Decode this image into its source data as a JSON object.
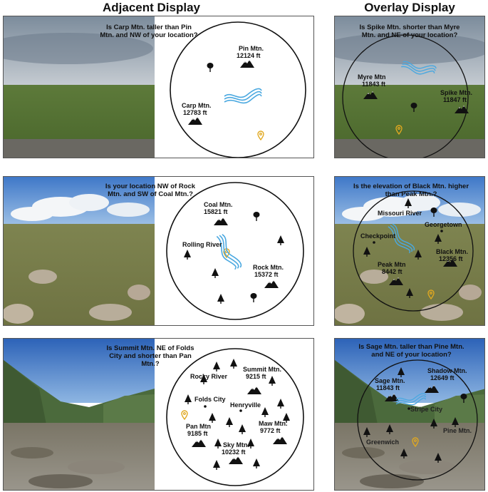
{
  "columns": {
    "adjacent": "Adjacent Display",
    "overlay": "Overlay Display"
  },
  "colors": {
    "river": "#4aa8e0",
    "marker": "#e0a820",
    "circle": "#111111"
  },
  "rows": [
    {
      "adjacent": {
        "question": "Is Carp Mtn. taller than Pin Mtn. and NW of your location?",
        "labels": {
          "a": "Pin Mtn.",
          "a_val": "12124 ft",
          "b": "Carp Mtn.",
          "b_val": "12783 ft"
        }
      },
      "overlay": {
        "question": "Is Spike Mtn. shorter than Myre Mtn. and NE of your location?",
        "labels": {
          "a": "Myre Mtn",
          "a_val": "11843 ft",
          "b": "Spike Mtn.",
          "b_val": "11847 ft"
        }
      }
    },
    {
      "adjacent": {
        "question": "Is your location NW of Rock Mtn. and SW of Coal Mtn.?",
        "labels": {
          "a": "Coal Mtn.",
          "a_val": "15821 ft",
          "b": "Rolling River",
          "c": "Rock Mtn.",
          "c_val": "15372 ft"
        }
      },
      "overlay": {
        "question": "Is the elevation of Black Mtn. higher than Peak Mtn.?",
        "labels": {
          "a": "Missouri River",
          "b": "Checkpoint",
          "c": "Georgetown",
          "d": "Black Mtn.",
          "d_val": "12356 ft",
          "e": "Peak Mtn",
          "e_val": "8442 ft"
        }
      }
    },
    {
      "adjacent": {
        "question": "Is Summit Mtn. NE of Folds City and shorter than Pan Mtn.?",
        "labels": {
          "a": "Rocky River",
          "b": "Summit Mtn.",
          "b_val": "9215 ft",
          "c": "Folds City",
          "d": "Henryville",
          "e": "Pan Mtn",
          "e_val": "9185 ft",
          "f": "Maw Mtn.",
          "f_val": "9772 ft",
          "g": "Sky Mtn.",
          "g_val": "10232 ft"
        }
      },
      "overlay": {
        "question": "Is Sage Mtn. taller than Pine Mtn. and NE of your location?",
        "labels": {
          "a": "Sage Mtn.",
          "a_val": "11843 ft",
          "b": "Shadow Mtn.",
          "b_val": "12649 ft",
          "c": "Stripe City",
          "d": "Pine Mtn.",
          "e": "Greenwich"
        }
      }
    }
  ]
}
